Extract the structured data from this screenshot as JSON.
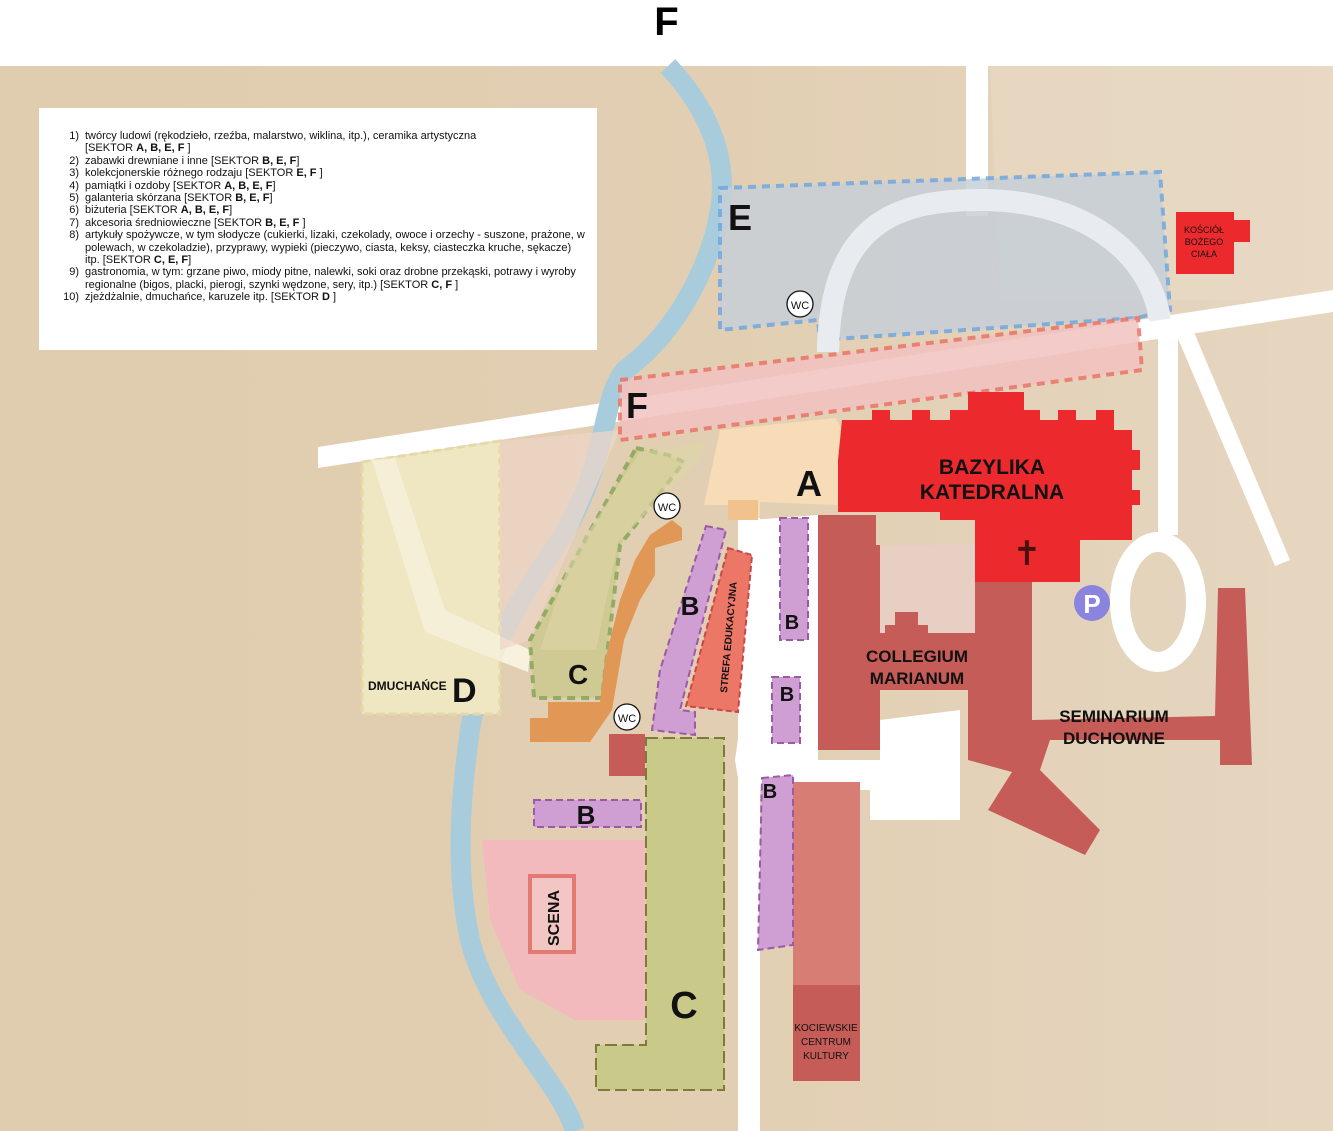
{
  "title": "F",
  "colors": {
    "background": "#e0cdb0",
    "river": "#a8ccdc",
    "road": "#ffffff",
    "sector_a": "#f8dcb8",
    "sector_b": "#cf9fd4",
    "sector_c": "#c9c98a",
    "sector_d": "#efe6c2",
    "sector_e": "#c7cfd8",
    "sector_f": "#f2c2c0",
    "bazylika": "#ec2a2e",
    "buildings": "#c55c57",
    "scena_area": "#f3babd"
  },
  "legend": {
    "items": [
      {
        "num": "1)",
        "text": "twórcy ludowi (rękodzieło, rzeźba, malarstwo, wiklina, itp.), ceramika artystyczna",
        "sectors_prefix": "[SEKTOR ",
        "sectors": "A, B, E, F",
        "sectors_suffix": " ]"
      },
      {
        "num": "2)",
        "text": "zabawki drewniane i inne",
        "sectors_prefix": " [SEKTOR ",
        "sectors": "B, E, F",
        "sectors_suffix": "]"
      },
      {
        "num": "3)",
        "text": "kolekcjonerskie różnego rodzaju",
        "sectors_prefix": " [SEKTOR  ",
        "sectors": "E, F",
        "sectors_suffix": " ]"
      },
      {
        "num": "4)",
        "text": "pamiątki i ozdoby",
        "sectors_prefix": " [SEKTOR ",
        "sectors": "A, B, E, F",
        "sectors_suffix": "]"
      },
      {
        "num": "5)",
        "text": "galanteria skórzana",
        "sectors_prefix": " [SEKTOR ",
        "sectors": "B, E, F",
        "sectors_suffix": "]"
      },
      {
        "num": "6)",
        "text": "biżuteria",
        "sectors_prefix": " [SEKTOR ",
        "sectors": "A, B, E, F",
        "sectors_suffix": "]"
      },
      {
        "num": "7)",
        "text": "akcesoria średniowieczne",
        "sectors_prefix": " [SEKTOR ",
        "sectors": "B, E, F",
        "sectors_suffix": " ]"
      },
      {
        "num": "8)",
        "text": "artykuły spożywcze, w tym słodycze (cukierki, lizaki, czekolady, owoce i orzechy - suszone, prażone, w polewach, w czekoladzie), przyprawy, wypieki (pieczywo, ciasta, keksy, ciasteczka kruche, sękacze) itp. ",
        "sectors_prefix": " [SEKTOR ",
        "sectors": "C, E, F",
        "sectors_suffix": "]"
      },
      {
        "num": "9)",
        "text": "gastronomia, w tym: grzane piwo, miody pitne, nalewki, soki oraz drobne przekąski, potrawy i wyroby regionalne (bigos, placki, pierogi, szynki wędzone, sery, itp.)",
        "sectors_prefix": " [SEKTOR ",
        "sectors": "C, F",
        "sectors_suffix": " ]"
      },
      {
        "num": "10)",
        "text": "zjeżdżalnie, dmuchańce, karuzele itp.",
        "sectors_prefix": " [SEKTOR ",
        "sectors": "D",
        "sectors_suffix": " ]"
      }
    ]
  },
  "labels": {
    "sector_a": "A",
    "sector_b": "B",
    "sector_c": "C",
    "sector_d": "D",
    "sector_e": "E",
    "sector_f": "F",
    "dmuchance": "DMUCHAŃCE",
    "bazylika_1": "BAZYLIKA",
    "bazylika_2": "KATEDRALNA",
    "collegium_1": "COLLEGIUM",
    "collegium_2": "MARIANUM",
    "seminarium_1": "SEMINARIUM",
    "seminarium_2": "DUCHOWNE",
    "kosciol_1": "KOŚCIÓŁ",
    "kosciol_2": "BOŻEGO",
    "kosciol_3": "CIAŁA",
    "strefa": "STREFA EDUKACYJNA",
    "scena": "SCENA",
    "kck_1": "KOCIEWSKIE",
    "kck_2": "CENTRUM",
    "kck_3": "KULTURY",
    "wc": "WC",
    "parking": "P",
    "cross": "✝"
  }
}
